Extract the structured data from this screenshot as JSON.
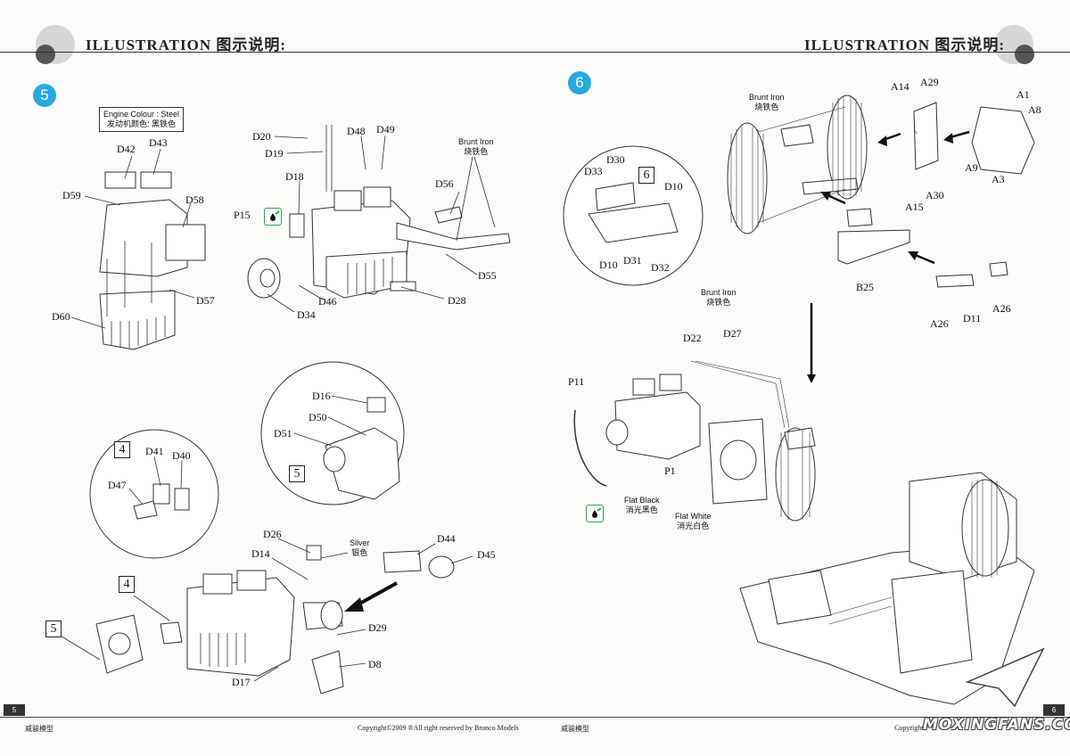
{
  "header": {
    "left_title": "ILLUSTRATION 图示说明:",
    "right_title": "ILLUSTRATION 图示说明:"
  },
  "page_left": {
    "step": "5",
    "engine_colour_en": "Engine Colour : Steel",
    "engine_colour_cn": "发动机颜色: 黑铁色",
    "labels": {
      "d42": "D42",
      "d43": "D43",
      "d59": "D59",
      "d58": "D58",
      "d57": "D57",
      "d60": "D60",
      "d20": "D20",
      "d19": "D19",
      "d48": "D48",
      "d49": "D49",
      "d18": "D18",
      "p15": "P15",
      "d56": "D56",
      "d55": "D55",
      "d46": "D46",
      "d34": "D34",
      "d28": "D28",
      "d16": "D16",
      "d50": "D50",
      "d51": "D51",
      "d41": "D41",
      "d40": "D40",
      "d47": "D47",
      "d26": "D26",
      "d14": "D14",
      "d44": "D44",
      "d45": "D45",
      "d29": "D29",
      "d8": "D8",
      "d17": "D17"
    },
    "brunt_iron_en": "Brunt Iron",
    "brunt_iron_cn": "烧铁色",
    "silver_en": "Silver",
    "silver_cn": "银色",
    "sub_box_4": "4",
    "sub_box_5": "5",
    "big_box_4": "4",
    "big_box_5": "5",
    "page_number": "5",
    "footer_brand": "威骏模型",
    "copyright": "Copyright©2009 ®All right reserved by Bronco Models"
  },
  "page_right": {
    "step": "6",
    "labels": {
      "a14": "A14",
      "a29": "A29",
      "a1": "A1",
      "a8": "A8",
      "a9": "A9",
      "a3": "A3",
      "a30": "A30",
      "a15": "A15",
      "b25": "B25",
      "a26a": "A26",
      "a26b": "A26",
      "d11": "D11",
      "d30": "D30",
      "d33": "D33",
      "d10a": "D10",
      "d10b": "D10",
      "d31": "D31",
      "d32": "D32",
      "d22": "D22",
      "d27": "D27",
      "p11": "P11",
      "p1": "P1"
    },
    "sub_box_6": "6",
    "brunt_iron_en_1": "Brunt Iron",
    "brunt_iron_cn_1": "烧铁色",
    "brunt_iron_en_2": "Brunt Iron",
    "brunt_iron_cn_2": "烧铁色",
    "flat_black_en": "Flat Black",
    "flat_black_cn": "消光黑色",
    "flat_white_en": "Flat White",
    "flat_white_cn": "消光白色",
    "page_number": "6",
    "footer_brand": "威骏模型",
    "copyright": "Copyright",
    "watermark": "MOXINGFANS.COM"
  },
  "colors": {
    "step_circle": "#29a8e0",
    "paint_box": "#2aa84a"
  }
}
